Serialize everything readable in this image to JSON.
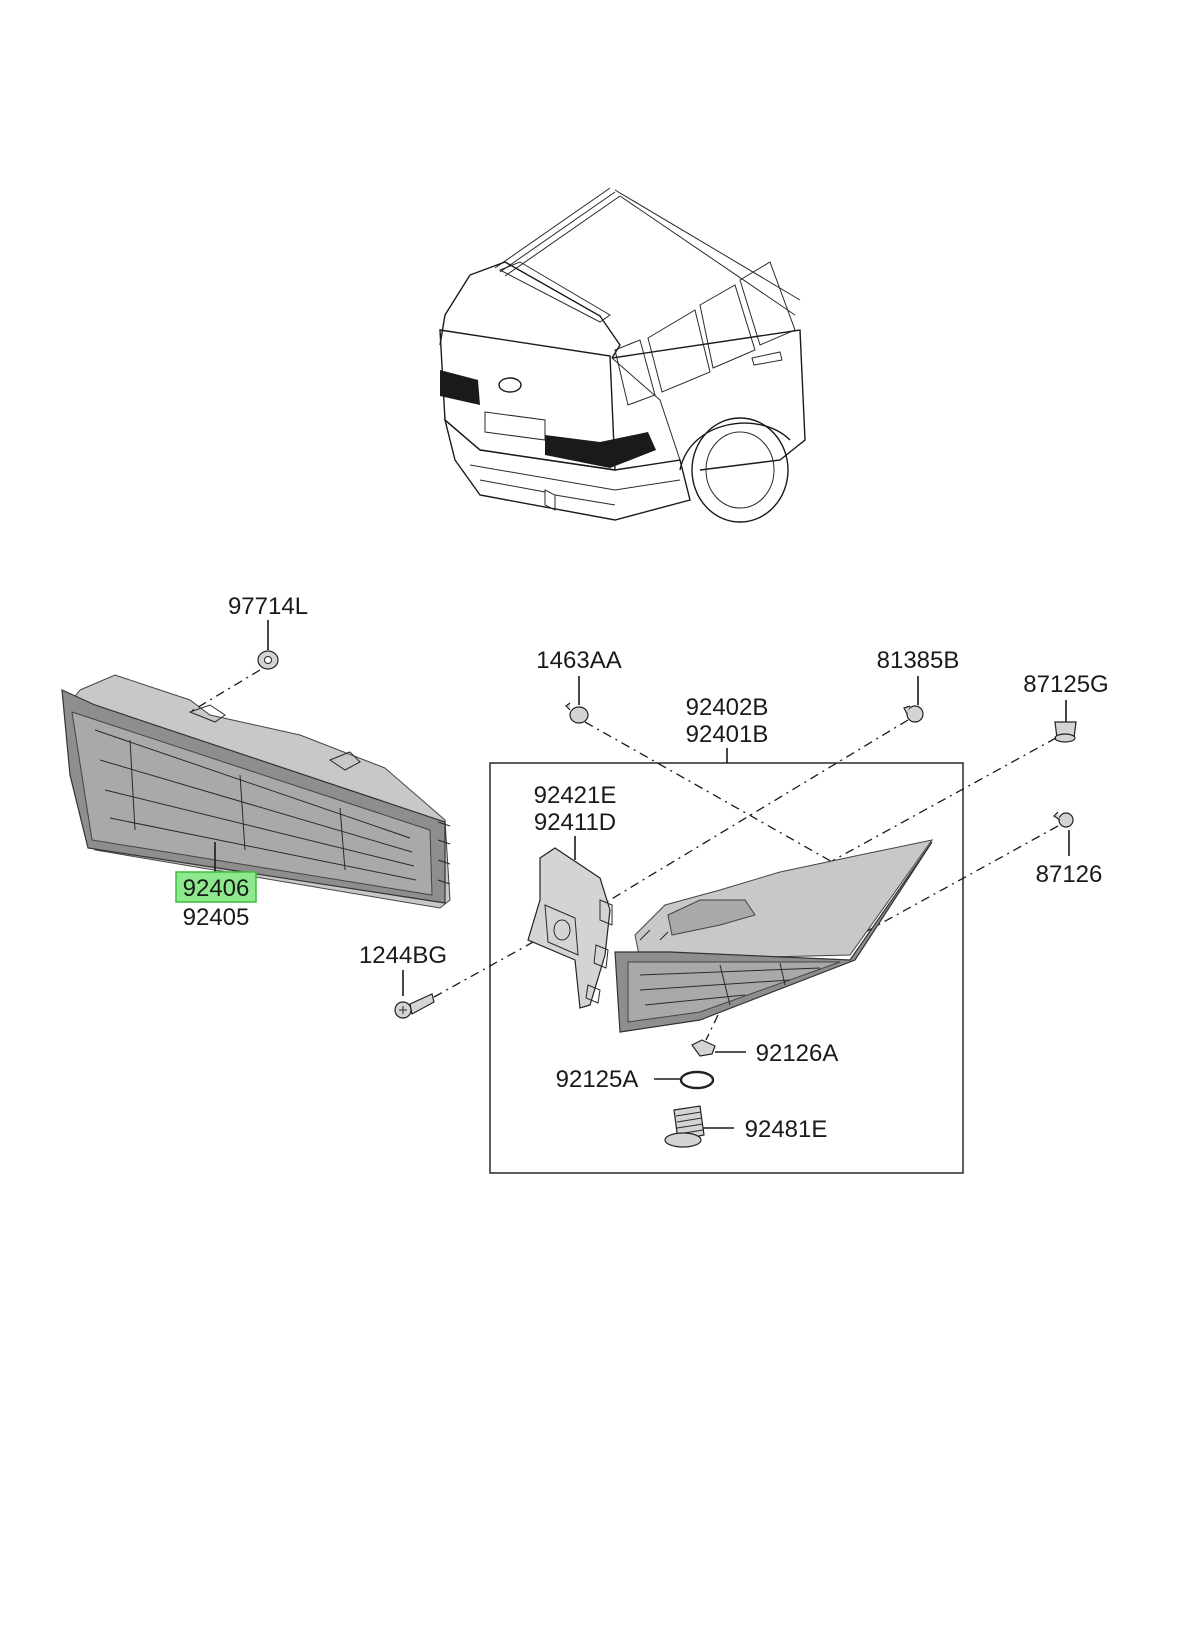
{
  "labels": {
    "p97714L": "97714L",
    "p92406": "92406",
    "p92405": "92405",
    "p1244BG": "1244BG",
    "p1463AA": "1463AA",
    "p92402B": "92402B",
    "p92401B": "92401B",
    "p81385B": "81385B",
    "p87125G": "87125G",
    "p87126": "87126",
    "p92421E": "92421E",
    "p92411D": "92411D",
    "p92126A": "92126A",
    "p92125A": "92125A",
    "p92481E": "92481E"
  },
  "highlighted_part": "92406",
  "colors": {
    "highlight_fill": "#8ee88e",
    "highlight_stroke": "#3cbf3c",
    "lamp_shade": "#8e8e8e",
    "dark_band": "#1a1a1a"
  }
}
